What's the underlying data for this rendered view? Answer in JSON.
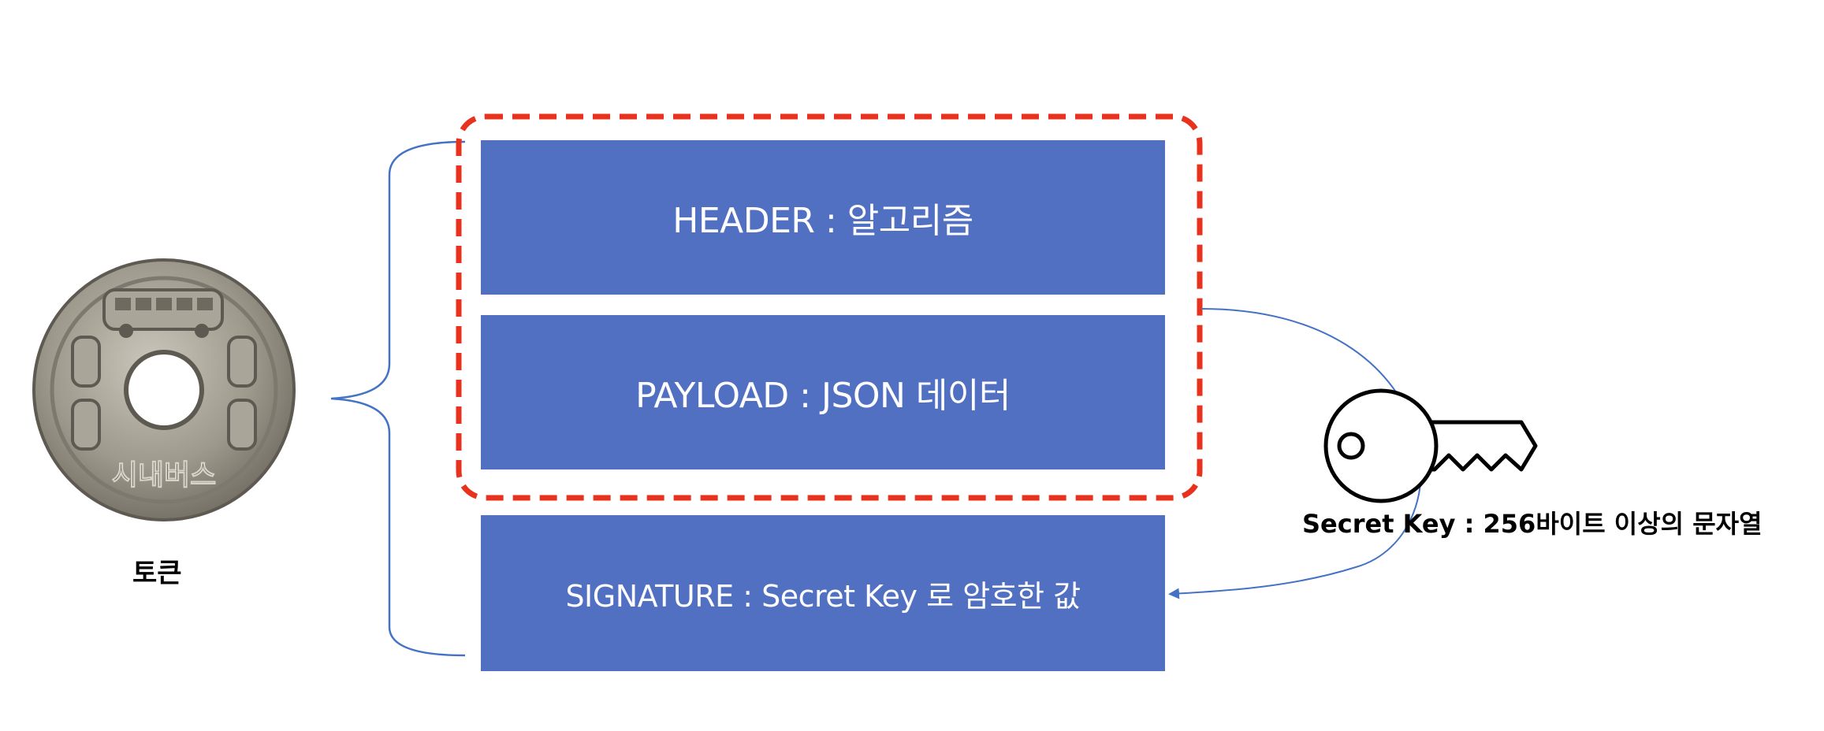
{
  "token": {
    "label": "토큰",
    "coin_inscription": "시내버스"
  },
  "jwt_parts": {
    "header": "HEADER : 알고리즘",
    "payload": "PAYLOAD : JSON 데이터",
    "signature": "SIGNATURE : Secret Key 로 암호한 값"
  },
  "secret_key": {
    "label": "Secret Key : 256바이트 이상의 문자열"
  },
  "colors": {
    "block_fill": "#5270c2",
    "dashed_outline": "#e8321e",
    "connector_line": "#4472c4"
  }
}
